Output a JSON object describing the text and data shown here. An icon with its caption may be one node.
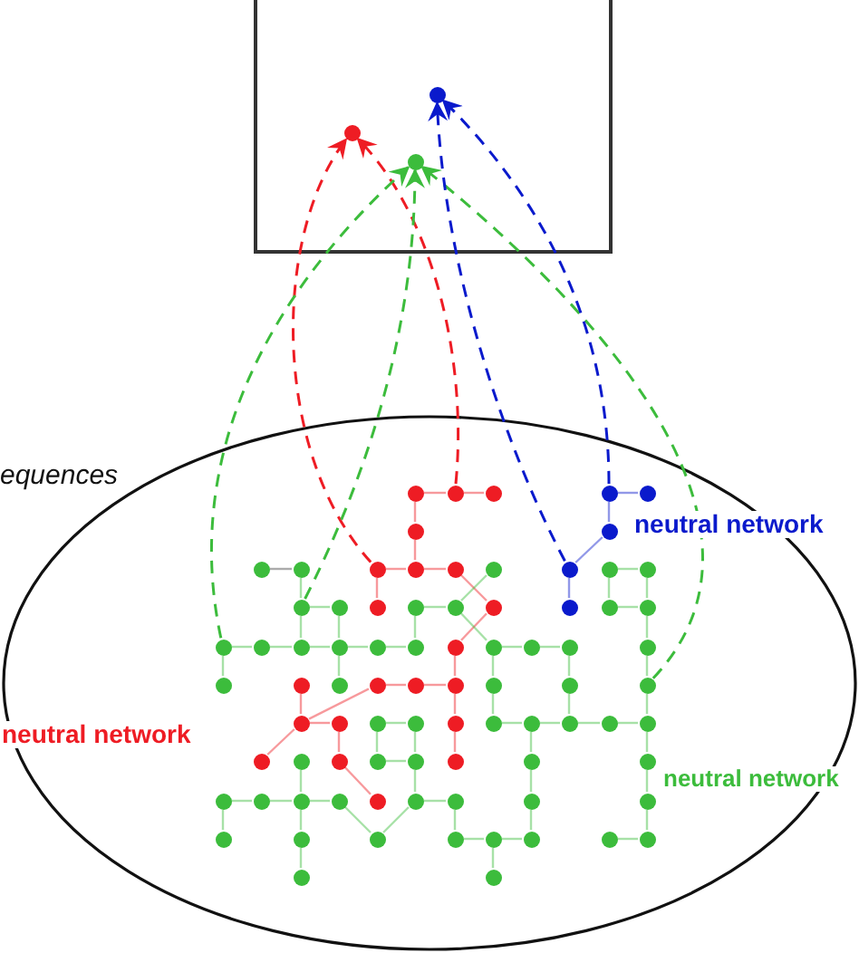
{
  "diagram": {
    "nodes": [
      {
        "text": [],
        "shape": "box"
      },
      {
        "text": [],
        "shape": "circle",
        "in": 0
      },
      {
        "text": [],
        "shape": "circle",
        "in": 0
      },
      {
        "text": [],
        "shape": "circle",
        "in": 0
      },
      {
        "text": [],
        "shape": "ellipse"
      },
      {
        "text": [],
        "shape": "circle",
        "in": 4
      },
      {
        "text": [],
        "shape": "circle",
        "in": 4
      },
      {
        "text": [],
        "shape": "circle",
        "in": 4
      },
      {
        "text": [],
        "shape": "circle",
        "in": 4
      },
      {
        "text": [],
        "shape": "circle",
        "in": 4
      },
      {
        "text": [],
        "shape": "circle",
        "in": 4
      },
      {
        "text": [],
        "shape": "circle",
        "in": 4
      },
      {
        "text": [],
        "shape": "circle",
        "in": 4
      },
      {
        "text": [],
        "shape": "circle",
        "in": 4
      },
      {
        "text": [],
        "shape": "circle",
        "in": 4
      },
      {
        "text": [],
        "shape": "circle",
        "in": 4
      },
      {
        "text": [],
        "shape": "circle",
        "in": 4
      },
      {
        "text": [],
        "shape": "circle",
        "in": 4
      },
      {
        "text": [],
        "shape": "circle",
        "in": 4
      },
      {
        "text": [],
        "shape": "circle",
        "in": 4
      },
      {
        "text": [],
        "shape": "circle",
        "in": 4
      },
      {
        "text": [],
        "shape": "circle",
        "in": 4
      },
      {
        "text": [],
        "shape": "circle",
        "in": 4
      },
      {
        "text": [],
        "shape": "circle",
        "in": 4
      },
      {
        "text": [],
        "shape": "circle",
        "in": 4
      },
      {
        "text": [],
        "shape": "circle",
        "in": 4
      },
      {
        "text": [],
        "shape": "circle",
        "in": 4
      },
      {
        "text": [],
        "shape": "circle",
        "in": 4
      },
      {
        "text": [],
        "shape": "circle",
        "in": 4
      },
      {
        "text": [],
        "shape": "circle",
        "in": 4
      },
      {
        "text": [],
        "shape": "circle",
        "in": 4
      },
      {
        "text": [],
        "shape": "circle",
        "in": 4
      },
      {
        "text": [],
        "shape": "circle",
        "in": 4
      },
      {
        "text": [],
        "shape": "circle",
        "in": 4
      },
      {
        "text": [],
        "shape": "circle",
        "in": 4
      },
      {
        "text": [],
        "shape": "circle",
        "in": 4
      },
      {
        "text": [],
        "shape": "circle",
        "in": 4
      },
      {
        "text": [],
        "shape": "circle",
        "in": 4
      },
      {
        "text": [],
        "shape": "circle",
        "in": 4
      },
      {
        "text": [],
        "shape": "circle",
        "in": 4
      },
      {
        "text": [],
        "shape": "circle",
        "in": 4
      },
      {
        "text": [],
        "shape": "circle",
        "in": 4
      },
      {
        "text": [],
        "shape": "circle",
        "in": 4
      },
      {
        "text": [],
        "shape": "circle",
        "in": 4
      },
      {
        "text": [],
        "shape": "circle",
        "in": 4
      },
      {
        "text": [],
        "shape": "circle",
        "in": 4
      },
      {
        "text": [],
        "shape": "circle",
        "in": 4
      },
      {
        "text": [],
        "shape": "circle",
        "in": 4
      },
      {
        "text": [],
        "shape": "circle",
        "in": 4
      },
      {
        "text": [],
        "shape": "circle",
        "in": 4
      },
      {
        "text": [],
        "shape": "circle",
        "in": 4
      },
      {
        "text": [],
        "shape": "circle",
        "in": 4
      },
      {
        "text": [],
        "shape": "circle",
        "in": 4
      },
      {
        "text": [],
        "shape": "circle",
        "in": 4
      },
      {
        "text": [],
        "shape": "circle",
        "in": 4
      },
      {
        "text": [],
        "shape": "circle",
        "in": 4
      },
      {
        "text": [],
        "shape": "circle",
        "in": 4
      },
      {
        "text": [],
        "shape": "circle",
        "in": 4
      },
      {
        "text": [],
        "shape": "circle",
        "in": 4
      },
      {
        "text": [],
        "shape": "circle",
        "in": 4
      },
      {
        "text": [],
        "shape": "circle",
        "in": 4
      },
      {
        "text": [],
        "shape": "circle",
        "in": 4
      },
      {
        "text": [],
        "shape": "circle",
        "in": 4
      },
      {
        "text": [],
        "shape": "circle",
        "in": 4
      },
      {
        "text": [],
        "shape": "circle",
        "in": 4
      },
      {
        "text": [],
        "shape": "circle",
        "in": 4
      },
      {
        "text": [],
        "shape": "circle",
        "in": 4
      },
      {
        "text": [],
        "shape": "circle",
        "in": 4
      },
      {
        "text": [],
        "shape": "circle",
        "in": 4
      },
      {
        "text": [],
        "shape": "circle",
        "in": 4
      },
      {
        "text": [],
        "shape": "circle",
        "in": 4
      },
      {
        "text": [],
        "shape": "circle",
        "in": 4
      },
      {
        "text": [],
        "shape": "circle",
        "in": 4
      },
      {
        "text": [],
        "shape": "circle",
        "in": 4
      },
      {
        "text": [],
        "shape": "circle",
        "in": 4
      },
      {
        "text": [],
        "shape": "circle",
        "in": 4
      },
      {
        "text": [],
        "shape": "circle",
        "in": 4
      },
      {
        "text": [],
        "shape": "circle",
        "in": 4
      },
      {
        "text": [],
        "shape": "circle",
        "in": 4
      },
      {
        "text": [],
        "shape": "circle",
        "in": 4
      },
      {
        "text": [],
        "shape": "circle",
        "in": 4
      },
      {
        "text": [],
        "shape": "circle",
        "in": 4
      },
      {
        "text": [],
        "shape": "circle",
        "in": 4
      },
      {
        "text": [],
        "shape": "circle",
        "in": 4
      },
      {
        "text": [],
        "shape": "circle",
        "in": 4
      },
      {
        "text": [],
        "shape": "circle",
        "in": 4
      },
      {
        "text": [],
        "shape": "circle",
        "in": 4
      }
    ],
    "edges": [
      {
        "from": 14,
        "to": 1,
        "arrow": "to",
        "style": "dashed",
        "color": "#ee1c24"
      },
      {
        "from": 6,
        "to": 1,
        "arrow": "to",
        "style": "dashed",
        "color": "#ee1c24"
      },
      {
        "from": 30,
        "to": 2,
        "arrow": "to",
        "style": "dashed"
      },
      {
        "from": 21,
        "to": 2,
        "arrow": "to",
        "style": "dashed"
      },
      {
        "from": 49,
        "to": 2,
        "arrow": "to",
        "style": "dashed"
      },
      {
        "from": 18,
        "to": 3,
        "arrow": "to",
        "style": "dashed",
        "color": "#0a1acc"
      },
      {
        "from": 8,
        "to": 3,
        "arrow": "to",
        "style": "dashed",
        "color": "#0a1acc"
      },
      {
        "from": 5,
        "to": 6,
        "arrow": "none",
        "color": "#ee1c24"
      },
      {
        "from": 6,
        "to": 7,
        "arrow": "none",
        "color": "#ee1c24"
      },
      {
        "from": 5,
        "to": 10,
        "arrow": "none",
        "color": "#ee1c24"
      },
      {
        "from": 10,
        "to": 15,
        "arrow": "none",
        "color": "#ee1c24"
      },
      {
        "from": 14,
        "to": 15,
        "arrow": "none",
        "color": "#ee1c24"
      },
      {
        "from": 15,
        "to": 16,
        "arrow": "none",
        "color": "#ee1c24"
      },
      {
        "from": 14,
        "to": 23,
        "arrow": "none",
        "color": "#ee1c24"
      },
      {
        "from": 16,
        "to": 26,
        "arrow": "none",
        "color": "#ee1c24"
      },
      {
        "from": 26,
        "to": 36,
        "arrow": "none",
        "color": "#ee1c24"
      },
      {
        "from": 36,
        "to": 46,
        "arrow": "none",
        "color": "#ee1c24"
      },
      {
        "from": 44,
        "to": 45,
        "arrow": "none",
        "color": "#ee1c24"
      },
      {
        "from": 45,
        "to": 46,
        "arrow": "none",
        "color": "#ee1c24"
      },
      {
        "from": 44,
        "to": 50,
        "arrow": "none",
        "color": "#ee1c24"
      },
      {
        "from": 42,
        "to": 50,
        "arrow": "none",
        "color": "#ee1c24"
      },
      {
        "from": 50,
        "to": 51,
        "arrow": "none",
        "color": "#ee1c24"
      },
      {
        "from": 50,
        "to": 60,
        "arrow": "none",
        "color": "#ee1c24"
      },
      {
        "from": 51,
        "to": 62,
        "arrow": "none",
        "color": "#ee1c24"
      },
      {
        "from": 62,
        "to": 72,
        "arrow": "none",
        "color": "#ee1c24"
      },
      {
        "from": 46,
        "to": 54,
        "arrow": "none",
        "color": "#ee1c24"
      },
      {
        "from": 54,
        "to": 65,
        "arrow": "none",
        "color": "#ee1c24"
      },
      {
        "from": 8,
        "to": 9,
        "arrow": "none",
        "color": "#0a1acc"
      },
      {
        "from": 8,
        "to": 11,
        "arrow": "none",
        "color": "#0a1acc"
      },
      {
        "from": 11,
        "to": 18,
        "arrow": "none",
        "color": "#0a1acc"
      },
      {
        "from": 18,
        "to": 27,
        "arrow": "none",
        "color": "#0a1acc"
      },
      {
        "from": 12,
        "to": 13,
        "arrow": "none",
        "color": "#444444"
      },
      {
        "from": 17,
        "to": 25,
        "arrow": "none"
      },
      {
        "from": 25,
        "to": 37,
        "arrow": "none"
      },
      {
        "from": 24,
        "to": 25,
        "arrow": "none"
      },
      {
        "from": 13,
        "to": 21,
        "arrow": "none"
      },
      {
        "from": 21,
        "to": 22,
        "arrow": "none"
      },
      {
        "from": 21,
        "to": 32,
        "arrow": "none"
      },
      {
        "from": 22,
        "to": 33,
        "arrow": "none"
      },
      {
        "from": 24,
        "to": 35,
        "arrow": "none"
      },
      {
        "from": 30,
        "to": 31,
        "arrow": "none"
      },
      {
        "from": 31,
        "to": 32,
        "arrow": "none"
      },
      {
        "from": 32,
        "to": 33,
        "arrow": "none"
      },
      {
        "from": 33,
        "to": 34,
        "arrow": "none"
      },
      {
        "from": 34,
        "to": 35,
        "arrow": "none"
      },
      {
        "from": 30,
        "to": 41,
        "arrow": "none"
      },
      {
        "from": 33,
        "to": 43,
        "arrow": "none"
      },
      {
        "from": 37,
        "to": 38,
        "arrow": "none"
      },
      {
        "from": 38,
        "to": 39,
        "arrow": "none"
      },
      {
        "from": 37,
        "to": 47,
        "arrow": "none"
      },
      {
        "from": 47,
        "to": 55,
        "arrow": "none"
      },
      {
        "from": 39,
        "to": 48,
        "arrow": "none"
      },
      {
        "from": 48,
        "to": 57,
        "arrow": "none"
      },
      {
        "from": 55,
        "to": 56,
        "arrow": "none"
      },
      {
        "from": 56,
        "to": 57,
        "arrow": "none"
      },
      {
        "from": 57,
        "to": 58,
        "arrow": "none"
      },
      {
        "from": 58,
        "to": 59,
        "arrow": "none"
      },
      {
        "from": 19,
        "to": 20,
        "arrow": "none"
      },
      {
        "from": 28,
        "to": 29,
        "arrow": "none"
      },
      {
        "from": 19,
        "to": 28,
        "arrow": "none"
      },
      {
        "from": 20,
        "to": 29,
        "arrow": "none"
      },
      {
        "from": 29,
        "to": 40,
        "arrow": "none"
      },
      {
        "from": 40,
        "to": 49,
        "arrow": "none"
      },
      {
        "from": 49,
        "to": 59,
        "arrow": "none"
      },
      {
        "from": 59,
        "to": 67,
        "arrow": "none"
      },
      {
        "from": 67,
        "to": 76,
        "arrow": "none"
      },
      {
        "from": 76,
        "to": 84,
        "arrow": "none"
      },
      {
        "from": 83,
        "to": 84,
        "arrow": "none"
      },
      {
        "from": 52,
        "to": 53,
        "arrow": "none"
      },
      {
        "from": 52,
        "to": 63,
        "arrow": "none"
      },
      {
        "from": 63,
        "to": 64,
        "arrow": "none"
      },
      {
        "from": 53,
        "to": 64,
        "arrow": "none"
      },
      {
        "from": 64,
        "to": 73,
        "arrow": "none"
      },
      {
        "from": 68,
        "to": 69,
        "arrow": "none"
      },
      {
        "from": 69,
        "to": 70,
        "arrow": "none"
      },
      {
        "from": 70,
        "to": 71,
        "arrow": "none"
      },
      {
        "from": 71,
        "to": 79,
        "arrow": "none"
      },
      {
        "from": 79,
        "to": 73,
        "arrow": "none"
      },
      {
        "from": 73,
        "to": 74,
        "arrow": "none"
      },
      {
        "from": 74,
        "to": 80,
        "arrow": "none"
      },
      {
        "from": 80,
        "to": 81,
        "arrow": "none"
      },
      {
        "from": 81,
        "to": 82,
        "arrow": "none"
      },
      {
        "from": 81,
        "to": 86,
        "arrow": "none"
      },
      {
        "from": 56,
        "to": 66,
        "arrow": "none"
      },
      {
        "from": 66,
        "to": 75,
        "arrow": "none"
      },
      {
        "from": 75,
        "to": 82,
        "arrow": "none"
      },
      {
        "from": 61,
        "to": 70,
        "arrow": "none"
      },
      {
        "from": 70,
        "to": 78,
        "arrow": "none"
      },
      {
        "from": 78,
        "to": 85,
        "arrow": "none"
      },
      {
        "from": 68,
        "to": 77,
        "arrow": "none"
      }
    ],
    "labels": [
      "equences",
      "neutral network",
      "neutral network",
      "neutral network"
    ]
  }
}
